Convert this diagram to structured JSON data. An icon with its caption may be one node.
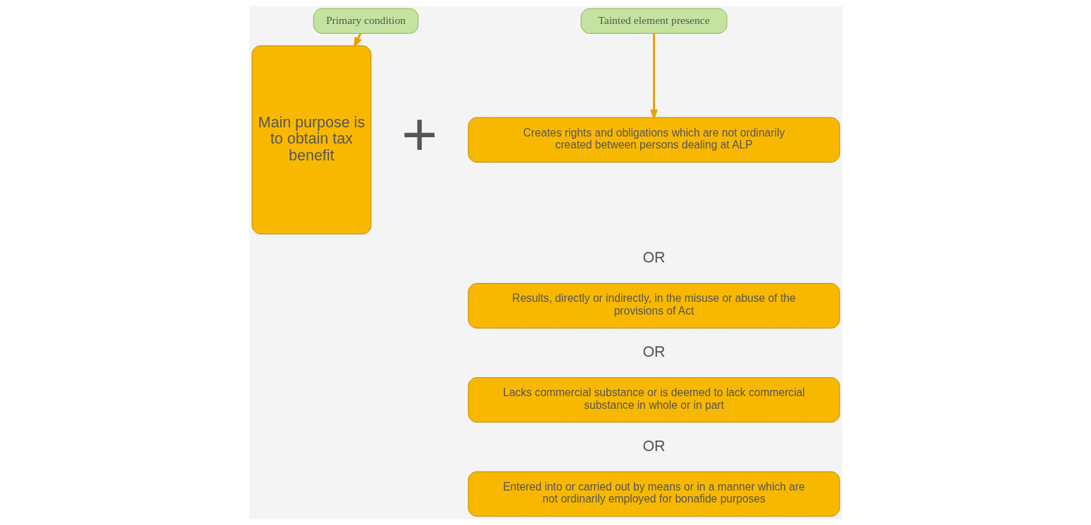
{
  "diagram": {
    "nodes": [
      {
        "text": [
          "Primary condition"
        ]
      },
      {
        "text": [
          "Main purpose is to obtain tax benefit"
        ]
      },
      {
        "text": [
          "Tainted element presence"
        ]
      },
      {
        "text": [
          "Creates rights and obligations which are not ordinarily created between persons dealing at ALP"
        ]
      },
      {
        "text": [
          "Results, directly or indirectly, in the misuse or abuse of the provisions of Act"
        ]
      },
      {
        "text": [
          "Lacks commercial substance or is deemed to lack commercial substance in whole or in part"
        ]
      },
      {
        "text": [
          "Entered into or carried out by means or in a manner which are not ordinarily employed for bonafide purposes"
        ]
      }
    ],
    "edges": [
      {
        "from": 0,
        "to": 1,
        "arrow": "to"
      },
      {
        "from": 2,
        "to": 3,
        "arrow": "to"
      }
    ],
    "labels": [
      "+",
      "OR",
      "OR",
      "OR"
    ]
  }
}
